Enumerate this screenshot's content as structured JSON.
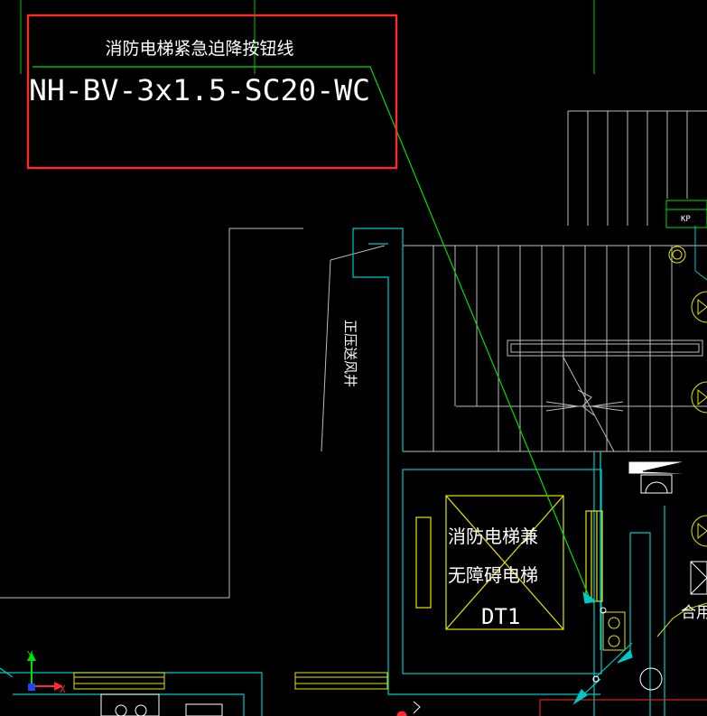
{
  "annotation": {
    "title": "消防电梯紧急迫降按钮线",
    "cable_spec": "NH-BV-3x1.5-SC20-WC"
  },
  "shaft_label": "正压送风井",
  "elevator": {
    "line1": "消防电梯兼",
    "line2": "无障碍电梯",
    "id": "DT1"
  },
  "panel_label": "KP",
  "partial_label": "合用",
  "ucs": {
    "y_label": "Y",
    "x_label": "X"
  },
  "colors": {
    "background": "#000000",
    "wall": "#00c8c8",
    "stair": "#bbbbbb",
    "elevator": "#e6e600",
    "wire": "#00dd00",
    "highlight": "#ff2a2a",
    "text": "#ffffff"
  }
}
